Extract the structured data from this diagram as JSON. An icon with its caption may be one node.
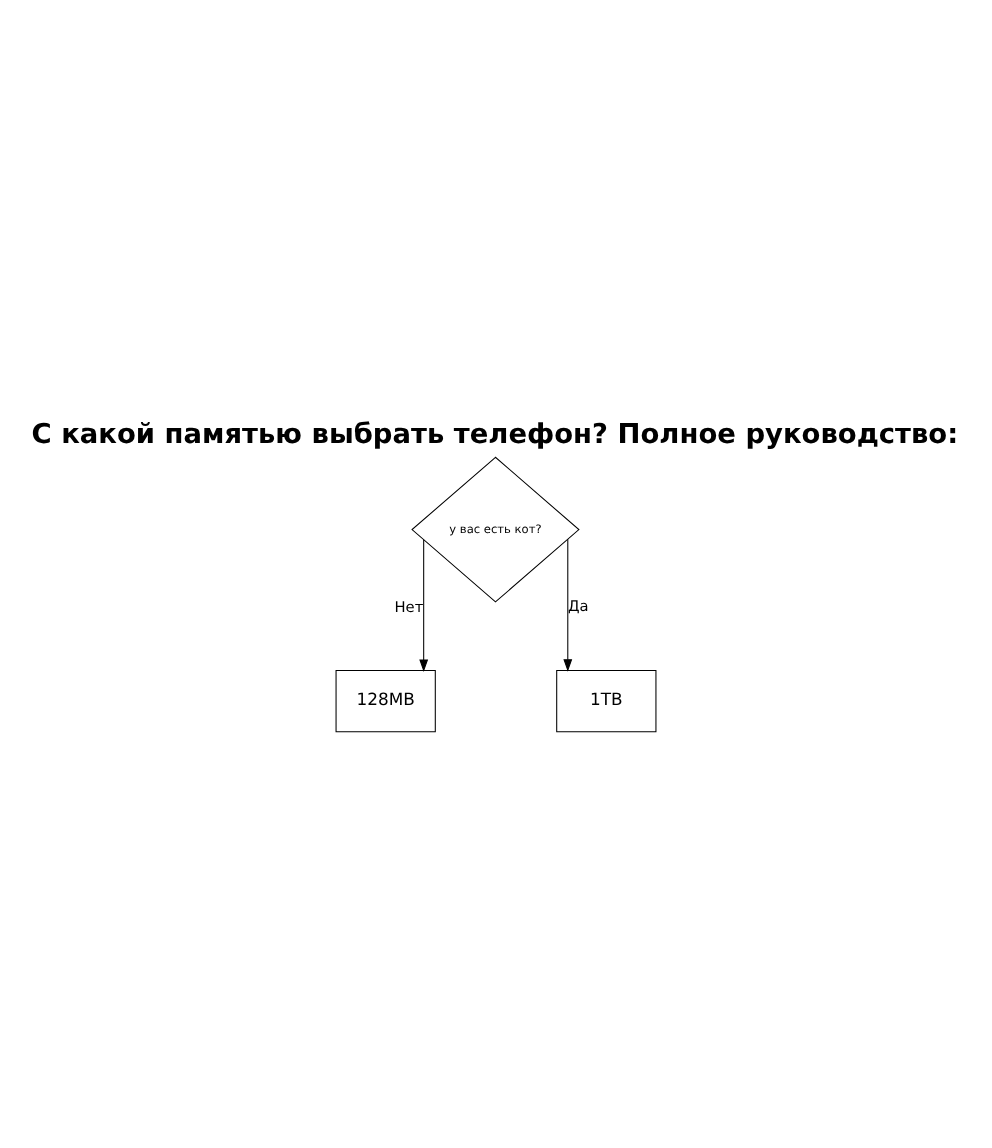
{
  "diagram": {
    "title": "С какой памятью выбрать телефон? Полное руководство:",
    "nodes": [
      {
        "text": [
          "у вас есть кот?"
        ]
      },
      {
        "text": [
          "128MB"
        ]
      },
      {
        "text": [
          "1TB"
        ]
      }
    ],
    "edges": [
      {
        "from": 0,
        "to": 1,
        "label": "Нет",
        "arrow": "to"
      },
      {
        "from": 0,
        "to": 2,
        "label": "Да",
        "arrow": "to"
      }
    ]
  }
}
